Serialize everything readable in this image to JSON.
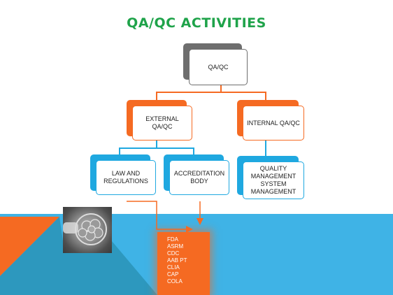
{
  "title": "QA/QC ACTIVITIES",
  "nodes": {
    "root": "QA/QC",
    "external": "EXTERNAL\nQA/QC",
    "internal": "INTERNAL QA/QC",
    "law": "LAW AND\nREGULATIONS",
    "accreditation": "ACCREDITATION\nBODY",
    "quality": "QUALITY\nMANAGEMENT\nSYSTEM\nMANAGEMENT"
  },
  "agencies": [
    "FDA",
    "ASRM",
    "CDC",
    "AAB PT",
    "CLIA",
    "CAP",
    "COLA"
  ],
  "colors": {
    "title": "#1fa34a",
    "gray": "#6e6e6e",
    "orange": "#f56a22",
    "blue": "#1fa8e0",
    "bg_blue": "#3fb3e6",
    "bg_teal": "#2d98be"
  }
}
